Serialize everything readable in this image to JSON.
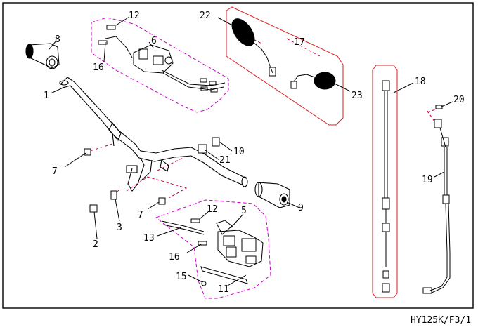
{
  "drawing": {
    "code": "HY125K/F3/1",
    "colors": {
      "ink": "#000000",
      "group_line": "#cc0033",
      "group_box_magenta": "#cc00cc",
      "group_box_red": "#dd2222",
      "background": "#ffffff"
    }
  },
  "callouts": {
    "c1": "1",
    "c2": "2",
    "c3": "3",
    "c5": "5",
    "c6": "6",
    "c7a": "7",
    "c7b": "7",
    "c8": "8",
    "c9": "9",
    "c10": "10",
    "c11": "11",
    "c12a": "12",
    "c12b": "12",
    "c13": "13",
    "c15": "15",
    "c16a": "16",
    "c16b": "16",
    "c17": "17",
    "c18": "18",
    "c19": "19",
    "c20": "20",
    "c21": "21",
    "c22": "22",
    "c23": "23"
  }
}
